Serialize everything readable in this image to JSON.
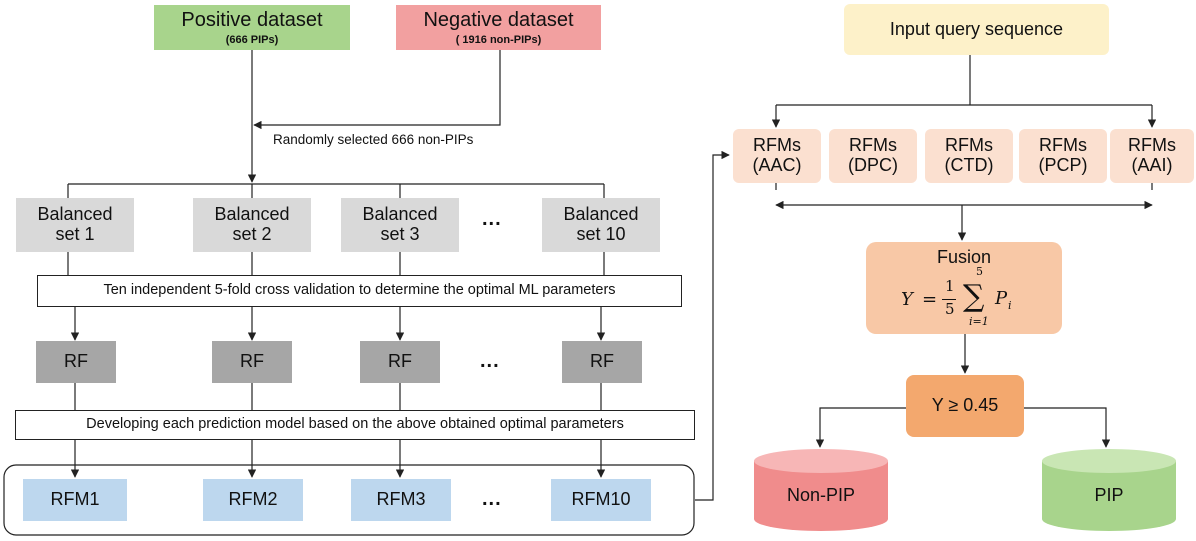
{
  "positive": {
    "title": "Positive dataset",
    "count": "(666 PIPs)"
  },
  "negative": {
    "title": "Negative dataset",
    "count": "( 1916 non-PIPs)"
  },
  "random_label": "Randomly selected 666 non-PIPs",
  "balanced": [
    {
      "line1": "Balanced",
      "line2": "set 1"
    },
    {
      "line1": "Balanced",
      "line2": "set 2"
    },
    {
      "line1": "Balanced",
      "line2": "set 3"
    },
    {
      "line1": "Balanced",
      "line2": "set 10"
    }
  ],
  "ellipsis": "...",
  "cv_label": "Ten independent 5-fold cross validation to determine the optimal ML parameters",
  "rf_label": "RF",
  "develop_label": "Developing each prediction model based on the  above obtained optimal parameters",
  "rfm": [
    "RFM1",
    "RFM2",
    "RFM3",
    "RFM10"
  ],
  "input_query": "Input query sequence",
  "rfms": [
    {
      "line1": "RFMs",
      "line2": "(AAC)"
    },
    {
      "line1": "RFMs",
      "line2": "(DPC)"
    },
    {
      "line1": "RFMs",
      "line2": "(CTD)"
    },
    {
      "line1": "RFMs",
      "line2": "(PCP)"
    },
    {
      "line1": "RFMs",
      "line2": "(AAI)"
    }
  ],
  "fusion": {
    "title": "Fusion",
    "lhs": "Y",
    "eq": "=",
    "num": "1",
    "den": "5",
    "upper": "5",
    "lower": "i=1",
    "term": "P",
    "sub": "i"
  },
  "threshold": "Y ≥ 0.45",
  "non_pip": "Non-PIP",
  "pip": "PIP",
  "colors": {
    "positive": "#a8d48c",
    "negative": "#f2a0a0",
    "balanced": "#d9d9d9",
    "rf": "#a6a6a6",
    "rfm": "#bdd7ee",
    "rfms": "#fbe0d0",
    "input": "#fdf1c9",
    "fusion": "#f8c8a6",
    "threshold": "#f3a86e",
    "non_pip": "#f08c8c",
    "pip": "#a8d48c"
  }
}
